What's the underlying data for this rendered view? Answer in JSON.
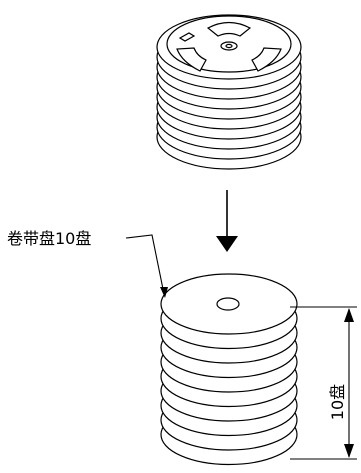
{
  "labels": {
    "reel_stack": "卷带盘10盘",
    "height_dim": "10盘"
  },
  "counts": {
    "top_stack_reels": 10,
    "bottom_stack_reels": 10
  },
  "colors": {
    "line": "#000000",
    "fill": "#ffffff"
  }
}
